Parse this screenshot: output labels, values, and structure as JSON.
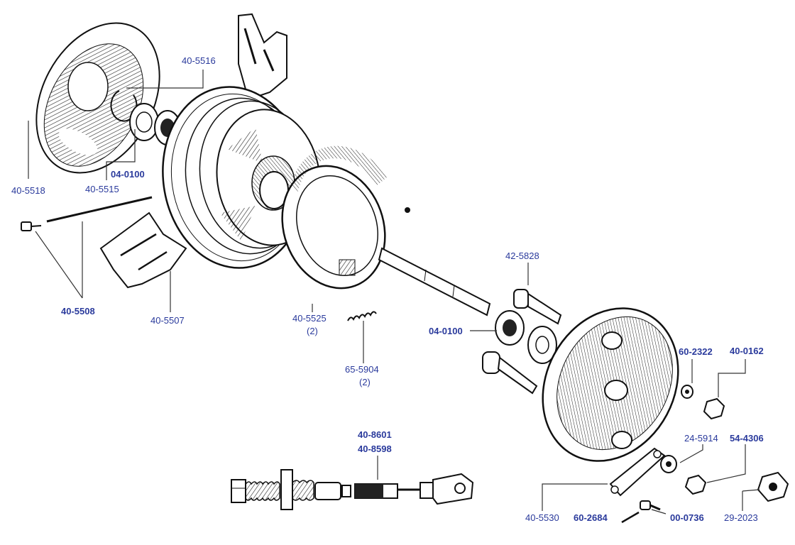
{
  "labels": {
    "p40_5516": "40-5516",
    "p40_5518": "40-5518",
    "p04_0100_a": "04-0100",
    "p40_5515": "40-5515",
    "p40_5508": "40-5508",
    "p40_5507": "40-5507",
    "p40_5525": "40-5525",
    "p40_5525_qty": "(2)",
    "p65_5904": "65-5904",
    "p65_5904_qty": "(2)",
    "p42_5828": "42-5828",
    "p04_0100_b": "04-0100",
    "p60_2322": "60-2322",
    "p40_0162": "40-0162",
    "p24_5914": "24-5914",
    "p54_4306": "54-4306",
    "p40_8601": "40-8601",
    "p40_8598": "40-8598",
    "p40_5530": "40-5530",
    "p60_2684": "60-2684",
    "p00_0736": "00-0736",
    "p29_2023": "29-2023"
  },
  "colors": {
    "label": "#2a3a9c",
    "line": "#333333",
    "ink": "#1a1a1a"
  }
}
